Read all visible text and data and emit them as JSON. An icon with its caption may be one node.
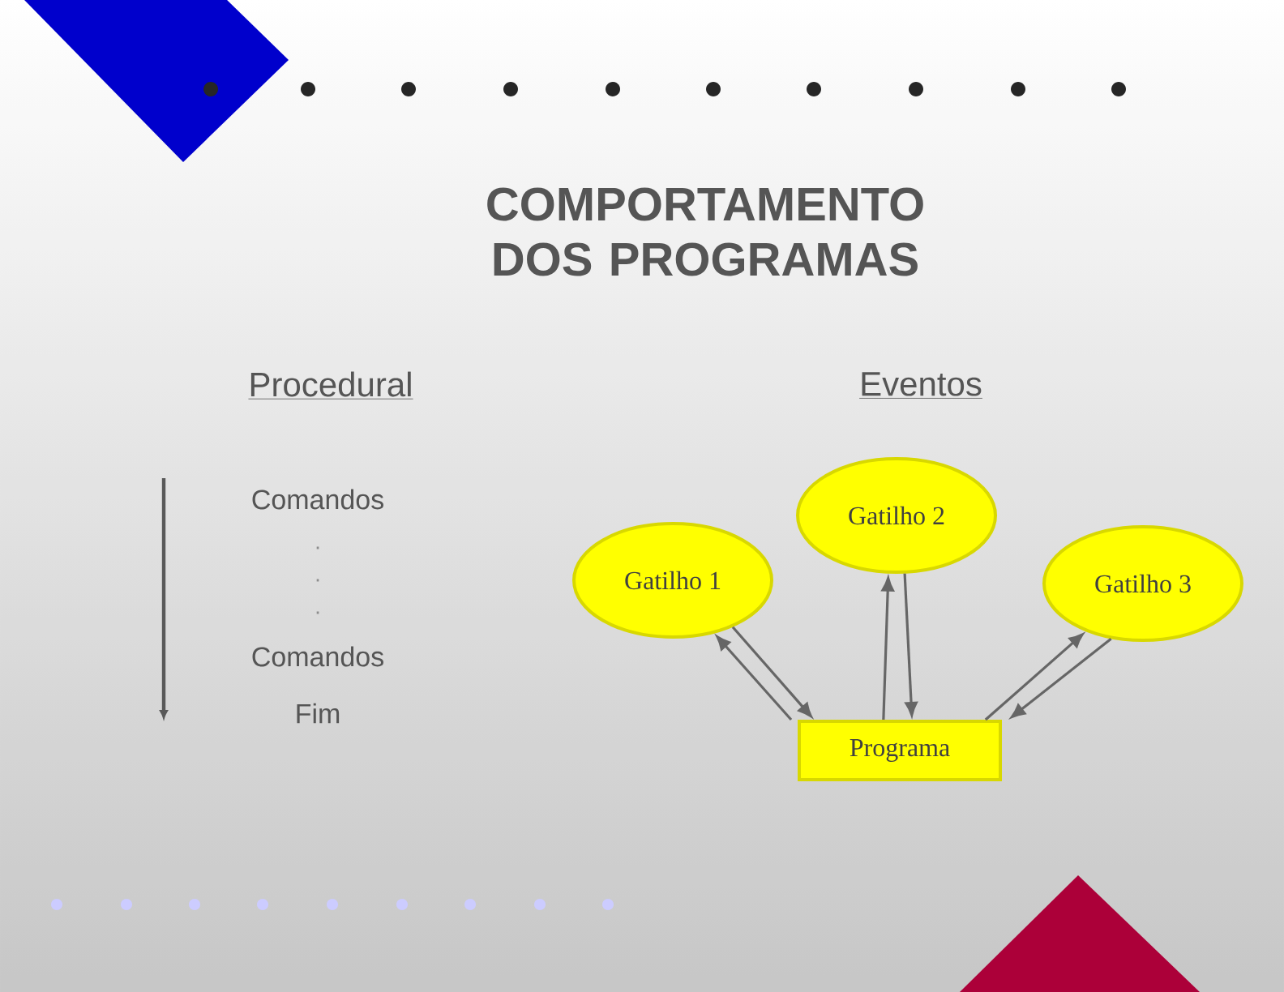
{
  "diagram": {
    "title": "COMPORTAMENTO DOS PROGRAMAS",
    "nodes": [
      {
        "text": [
          "Gatilho 1"
        ]
      },
      {
        "text": [
          "Gatilho 2"
        ]
      },
      {
        "text": [
          "Gatilho 3"
        ]
      },
      {
        "text": [
          "Programa"
        ]
      }
    ],
    "edges": [
      {
        "from": 3,
        "to": 0,
        "arrow": "to"
      },
      {
        "from": 0,
        "to": 3,
        "arrow": "to"
      },
      {
        "from": 3,
        "to": 1,
        "arrow": "to"
      },
      {
        "from": 1,
        "to": 3,
        "arrow": "to"
      },
      {
        "from": 3,
        "to": 2,
        "arrow": "to"
      },
      {
        "from": 2,
        "to": 3,
        "arrow": "to"
      }
    ],
    "labels": [
      "Procedural",
      "Eventos",
      "Comandos",
      ".",
      ".",
      ".",
      "Comandos",
      "Fim"
    ]
  }
}
